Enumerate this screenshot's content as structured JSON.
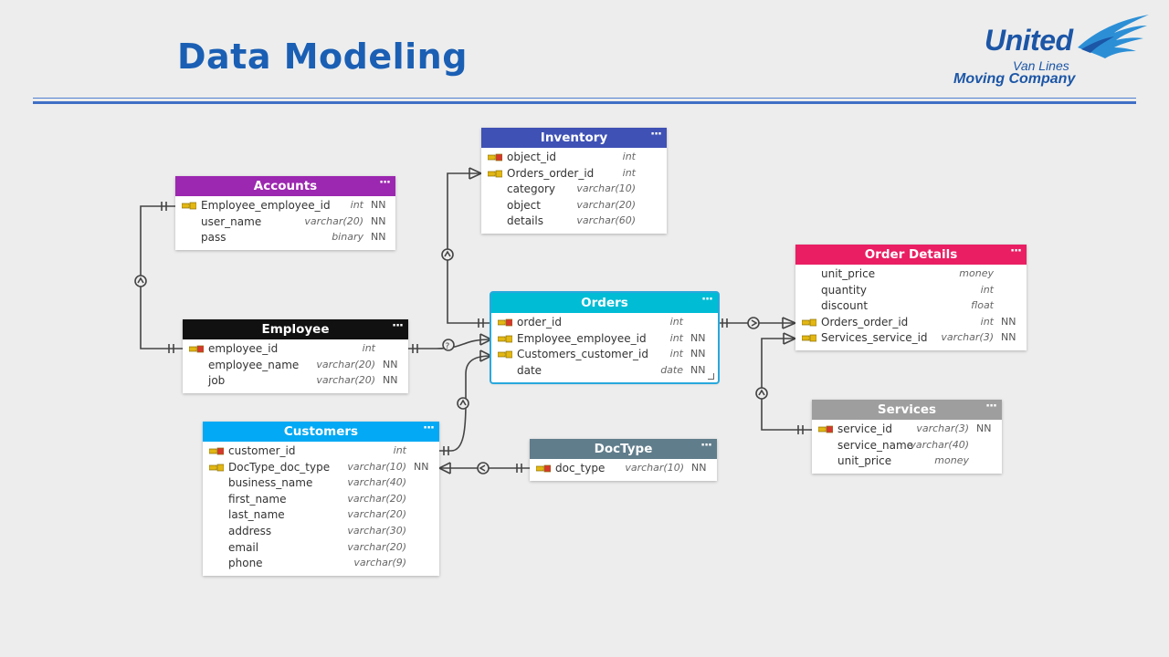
{
  "slide": {
    "title": "Data Modeling"
  },
  "logo": {
    "brand": "United",
    "sub": "Van Lines",
    "tagline": "Moving Company"
  },
  "colors": {
    "accounts": "#9c27b0",
    "employee": "#111111",
    "inventory": "#3f51b5",
    "orders": "#00bcd4",
    "customers": "#03a9f4",
    "doctype": "#607d8b",
    "order_details": "#e91e63",
    "services": "#9e9e9e"
  },
  "tables": {
    "accounts": {
      "name": "Accounts",
      "columns": [
        {
          "name": "Employee_employee_id",
          "type": "int",
          "nn": "NN",
          "key": "fk"
        },
        {
          "name": "user_name",
          "type": "varchar(20)",
          "nn": "NN",
          "key": ""
        },
        {
          "name": "pass",
          "type": "binary",
          "nn": "NN",
          "key": ""
        }
      ]
    },
    "employee": {
      "name": "Employee",
      "columns": [
        {
          "name": "employee_id",
          "type": "int",
          "nn": "",
          "key": "pk"
        },
        {
          "name": "employee_name",
          "type": "varchar(20)",
          "nn": "NN",
          "key": ""
        },
        {
          "name": "job",
          "type": "varchar(20)",
          "nn": "NN",
          "key": ""
        }
      ]
    },
    "inventory": {
      "name": "Inventory",
      "columns": [
        {
          "name": "object_id",
          "type": "int",
          "nn": "",
          "key": "pk"
        },
        {
          "name": "Orders_order_id",
          "type": "int",
          "nn": "",
          "key": "fk"
        },
        {
          "name": "category",
          "type": "varchar(10)",
          "nn": "",
          "key": ""
        },
        {
          "name": "object",
          "type": "varchar(20)",
          "nn": "",
          "key": ""
        },
        {
          "name": "details",
          "type": "varchar(60)",
          "nn": "",
          "key": ""
        }
      ]
    },
    "orders": {
      "name": "Orders",
      "columns": [
        {
          "name": "order_id",
          "type": "int",
          "nn": "",
          "key": "pk"
        },
        {
          "name": "Employee_employee_id",
          "type": "int",
          "nn": "NN",
          "key": "fk"
        },
        {
          "name": "Customers_customer_id",
          "type": "int",
          "nn": "NN",
          "key": "fk"
        },
        {
          "name": "date",
          "type": "date",
          "nn": "NN",
          "key": ""
        }
      ]
    },
    "customers": {
      "name": "Customers",
      "columns": [
        {
          "name": "customer_id",
          "type": "int",
          "nn": "",
          "key": "pk"
        },
        {
          "name": "DocType_doc_type",
          "type": "varchar(10)",
          "nn": "NN",
          "key": "fk"
        },
        {
          "name": "business_name",
          "type": "varchar(40)",
          "nn": "",
          "key": ""
        },
        {
          "name": "first_name",
          "type": "varchar(20)",
          "nn": "",
          "key": ""
        },
        {
          "name": "last_name",
          "type": "varchar(20)",
          "nn": "",
          "key": ""
        },
        {
          "name": "address",
          "type": "varchar(30)",
          "nn": "",
          "key": ""
        },
        {
          "name": "email",
          "type": "varchar(20)",
          "nn": "",
          "key": ""
        },
        {
          "name": "phone",
          "type": "varchar(9)",
          "nn": "",
          "key": ""
        }
      ]
    },
    "doctype": {
      "name": "DocType",
      "columns": [
        {
          "name": "doc_type",
          "type": "varchar(10)",
          "nn": "NN",
          "key": "pk"
        }
      ]
    },
    "order_details": {
      "name": "Order Details",
      "columns": [
        {
          "name": "unit_price",
          "type": "money",
          "nn": "",
          "key": ""
        },
        {
          "name": "quantity",
          "type": "int",
          "nn": "",
          "key": ""
        },
        {
          "name": "discount",
          "type": "float",
          "nn": "",
          "key": ""
        },
        {
          "name": "Orders_order_id",
          "type": "int",
          "nn": "NN",
          "key": "fk"
        },
        {
          "name": "Services_service_id",
          "type": "varchar(3)",
          "nn": "NN",
          "key": "fk"
        }
      ]
    },
    "services": {
      "name": "Services",
      "columns": [
        {
          "name": "service_id",
          "type": "varchar(3)",
          "nn": "NN",
          "key": "pk"
        },
        {
          "name": "service_name",
          "type": "varchar(40)",
          "nn": "",
          "key": ""
        },
        {
          "name": "unit_price",
          "type": "money",
          "nn": "",
          "key": ""
        }
      ]
    }
  },
  "menu_glyph": "···"
}
